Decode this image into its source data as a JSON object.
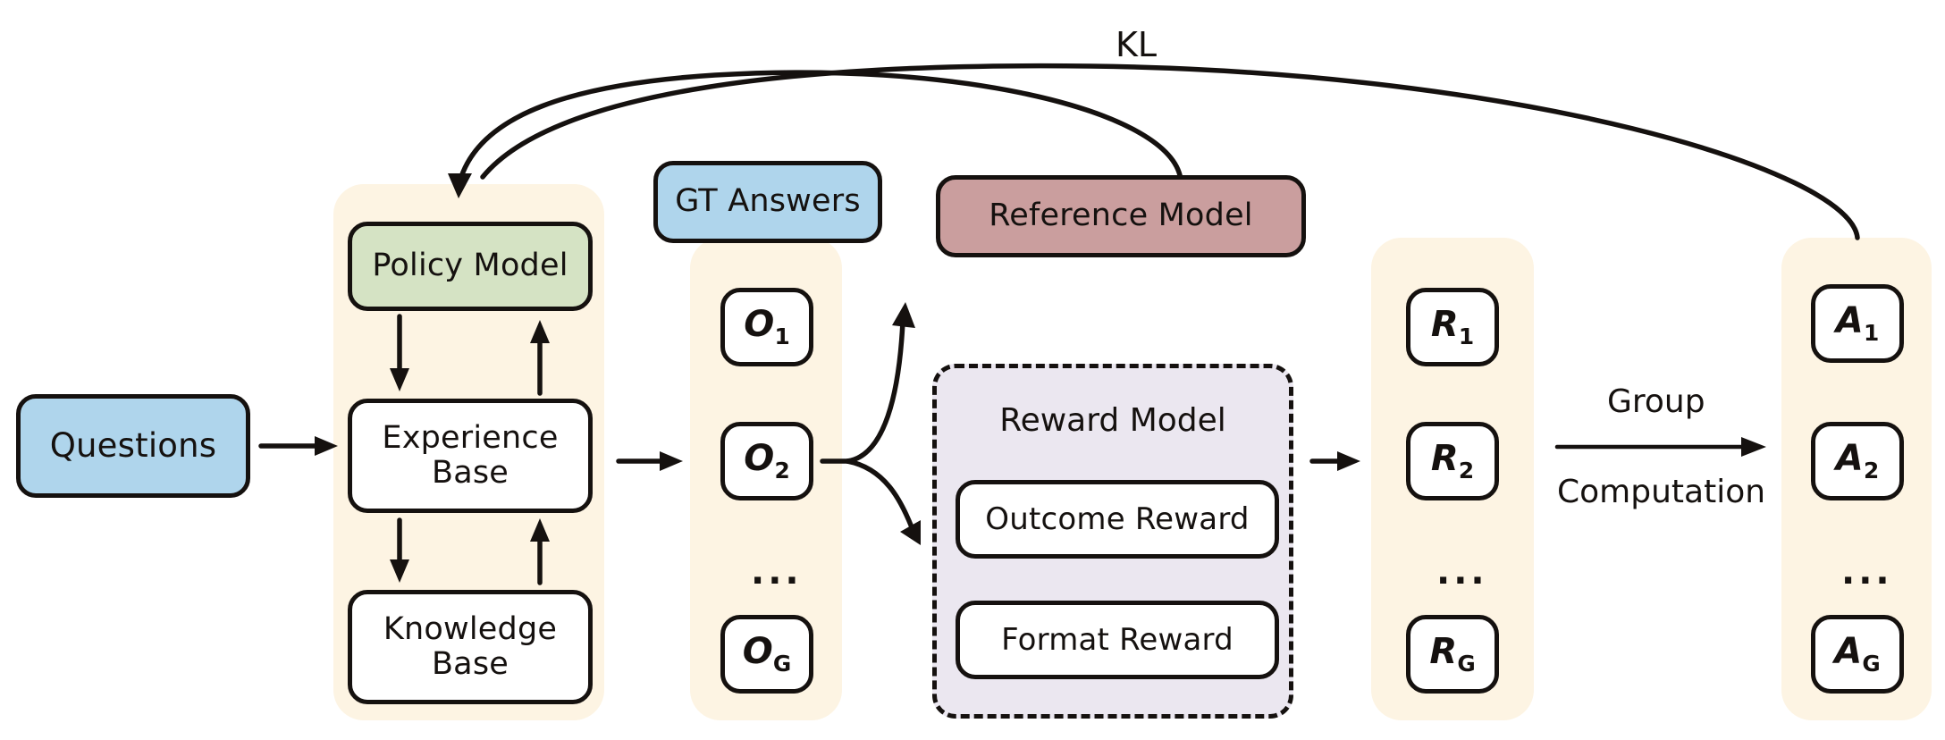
{
  "diagram": {
    "title_label": "KL",
    "nodes": {
      "questions": "Questions",
      "policy_model": "Policy Model",
      "experience_base_line1": "Experience",
      "experience_base_line2": "Base",
      "knowledge_base_line1": "Knowledge",
      "knowledge_base_line2": "Base",
      "gt_answers": "GT Answers",
      "reference_model": "Reference Model",
      "reward_model": "Reward Model",
      "outcome_reward": "Outcome Reward",
      "format_reward": "Format Reward"
    },
    "outputs_column": {
      "items": [
        {
          "base": "O",
          "sub": "1"
        },
        {
          "base": "O",
          "sub": "2"
        },
        {
          "base": "O",
          "sub": "G"
        }
      ],
      "ellipsis": "..."
    },
    "rewards_column": {
      "items": [
        {
          "base": "R",
          "sub": "1"
        },
        {
          "base": "R",
          "sub": "2"
        },
        {
          "base": "R",
          "sub": "G"
        }
      ],
      "ellipsis": "..."
    },
    "advantages_column": {
      "items": [
        {
          "base": "A",
          "sub": "1"
        },
        {
          "base": "A",
          "sub": "2"
        },
        {
          "base": "A",
          "sub": "G"
        }
      ],
      "ellipsis": "..."
    },
    "edge_labels": {
      "group_computation_line1": "Group",
      "group_computation_line2": "Computation"
    },
    "colors": {
      "ink": "#15110f",
      "group_background": "#FDF4E3",
      "blue_node": "#AFD5EC",
      "green_node": "#D5E3C4",
      "rose_node": "#CA9E9E",
      "reward_panel": "#EBE7F0",
      "page_background": "#FFFFFF"
    }
  }
}
